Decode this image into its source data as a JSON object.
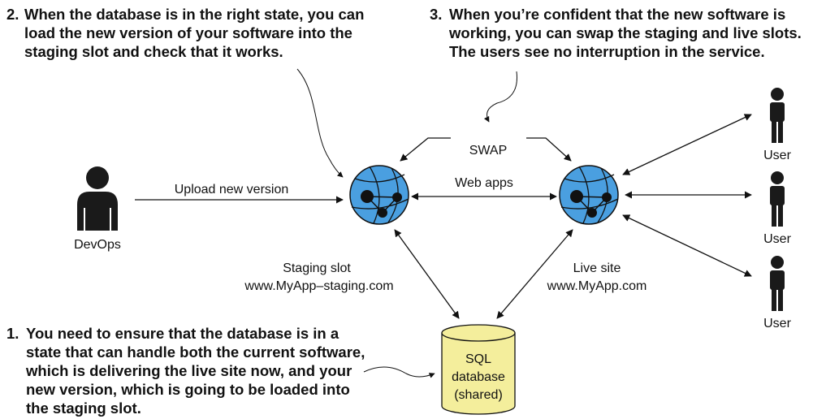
{
  "callouts": {
    "step1_num": "1.",
    "step1_text": "You need to ensure that the database is in a state that can handle both the current software, which is delivering the live site now, and your new version, which is going to be loaded into the staging slot.",
    "step2_num": "2.",
    "step2_text": "When the database is in the right state, you can load the new version of your software into the staging slot and check that it works.",
    "step3_num": "3.",
    "step3_text": "When you’re confident that the new software is working, you can swap the staging and live slots. The users see no interruption in the service."
  },
  "labels": {
    "devops": "DevOps",
    "upload": "Upload new version",
    "swap": "SWAP",
    "web_apps": "Web apps",
    "staging_title": "Staging slot",
    "staging_url": "www.MyApp–staging.com",
    "live_title": "Live site",
    "live_url": "www.MyApp.com",
    "db_line1": "SQL",
    "db_line2": "database",
    "db_line3": "(shared)",
    "user1": "User",
    "user2": "User",
    "user3": "User"
  },
  "colors": {
    "globe_fill": "#4a9fe0",
    "db_fill": "#f4ee9c",
    "person_fill": "#1a1a1a"
  }
}
